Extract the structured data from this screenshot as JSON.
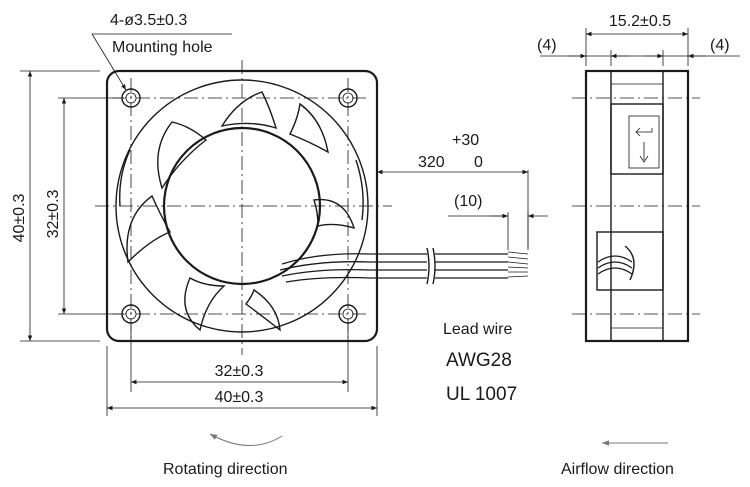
{
  "labels": {
    "mounting_hole_dim": "4-ø3.5±0.3",
    "mounting_hole": "Mounting hole",
    "height_outer": "40±0.3",
    "height_inner": "32±0.3",
    "width_inner": "32±0.3",
    "width_outer": "40±0.3",
    "lead_tol": "+30",
    "lead_length": "320",
    "lead_tol_low": "0",
    "strip_length": "(10)",
    "lead_wire": "Lead wire",
    "awg": "AWG28",
    "ul": "UL 1007",
    "rotating_direction": "Rotating direction",
    "depth": "15.2±0.5",
    "flange_left": "(4)",
    "flange_right": "(4)",
    "airflow_direction": "Airflow direction"
  }
}
